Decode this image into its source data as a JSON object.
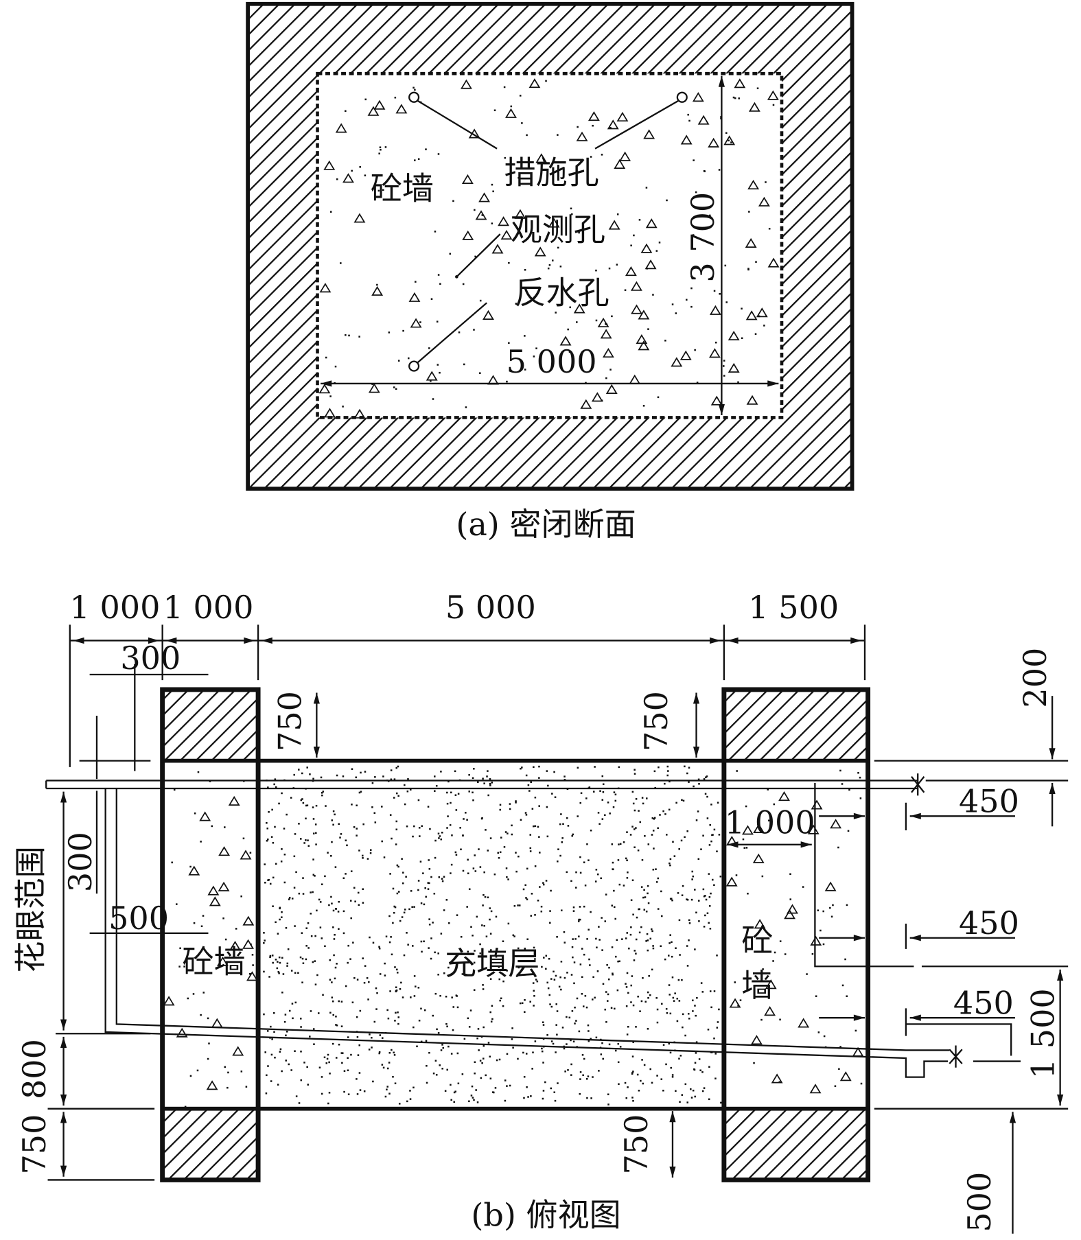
{
  "section_a": {
    "caption": "(a) 密闭断面",
    "wall_label": "砼墙",
    "hole_labels": [
      "措施孔",
      "观测孔",
      "反水孔"
    ],
    "width_dim": "5 000",
    "height_dim": "3 700"
  },
  "section_b": {
    "caption": "(b) 俯视图",
    "top_dims": [
      "1 000",
      "1 000",
      "5 000",
      "1 500"
    ],
    "dim_300_top": "300",
    "left_range_label": "花眼范围",
    "dim_300_left": "300",
    "dim_500_left": "500",
    "dim_800": "800",
    "dim_750_left": "750",
    "dim_750_top_left": "750",
    "dim_750_top_right": "750",
    "dim_750_bottom": "750",
    "right_200": "200",
    "right_450_1": "450",
    "right_1000": "1 000",
    "right_450_2": "450",
    "right_450_3": "450",
    "right_1500": "1 500",
    "right_500": "500",
    "left_wall_label": "砼墙",
    "fill_label": "充填层",
    "right_wall_label_1": "砼",
    "right_wall_label_2": "墙"
  }
}
